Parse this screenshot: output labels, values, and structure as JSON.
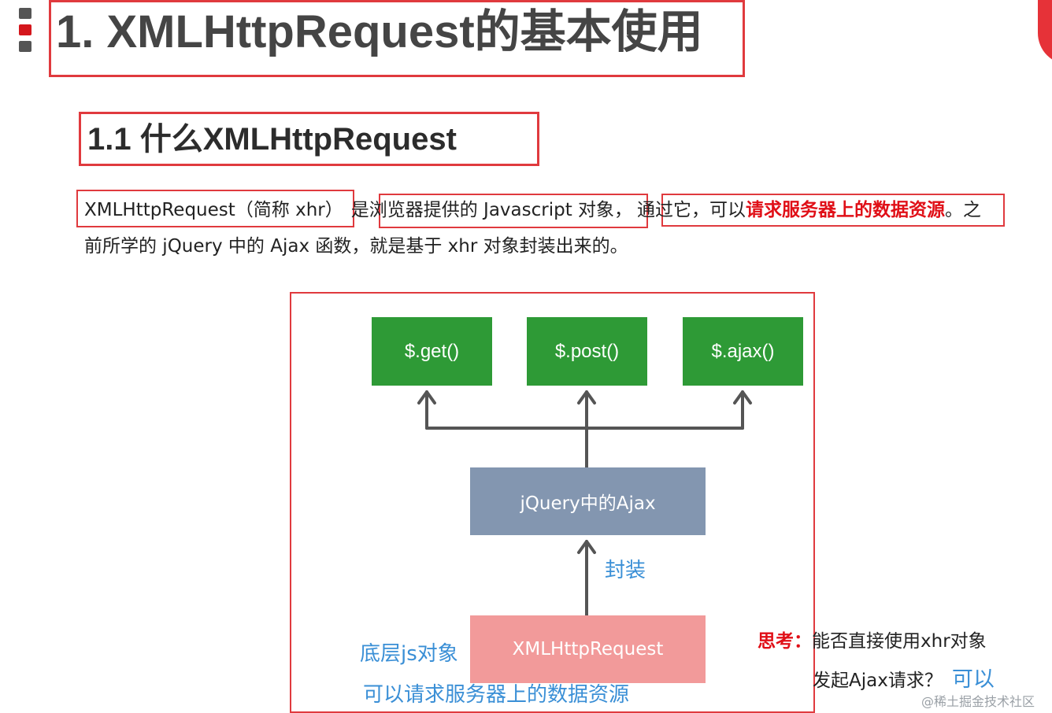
{
  "title": "1. XMLHttpRequest的基本使用",
  "subtitle": "1.1 什么XMLHttpRequest",
  "paragraph": {
    "line1": {
      "part1": "XMLHttpRequest（简称 xhr）",
      "part2": "是",
      "part3": "浏览器提供的 Javascript 对象",
      "part4": "，",
      "part5": "通过它，可以",
      "part6": "请求服务器上的数据资源",
      "part7": "。之"
    },
    "line2": "前所学的 jQuery 中的 Ajax 函数，就是基于 xhr 对象封装出来的。"
  },
  "diagram": {
    "top_boxes": [
      "$.get()",
      "$.post()",
      "$.ajax()"
    ],
    "middle_box": "jQuery中的Ajax",
    "wrap_label": "封装",
    "bottom_box": "XMLHttpRequest",
    "left_label1": "底层js对象",
    "left_label2": "可以请求服务器上的数据资源"
  },
  "think": {
    "label": "思考：",
    "line1": "能否直接使用xhr对象",
    "line2": "发起Ajax请求？",
    "answer": "可以"
  },
  "watermark": "@稀土掘金技术社区",
  "colors": {
    "accent_red": "#e03a3e",
    "green_box": "#2e9a36",
    "blue_gray_box": "#8396b0",
    "pink_box": "#f29a9a",
    "label_blue": "#3a8fd6"
  }
}
